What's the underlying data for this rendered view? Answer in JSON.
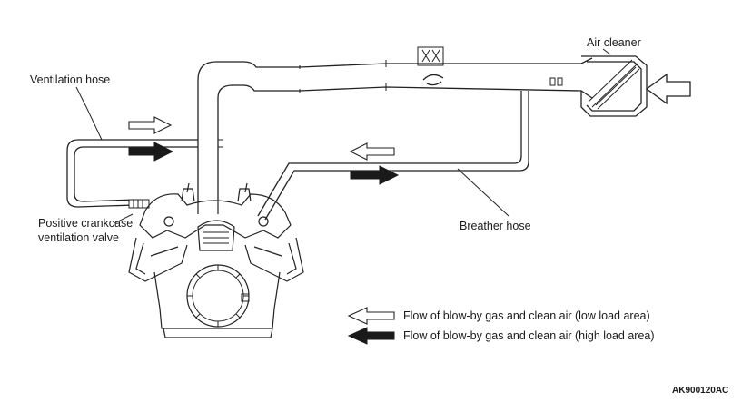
{
  "labels": {
    "air_cleaner": "Air cleaner",
    "ventilation_hose": "Ventilation hose",
    "breather_hose": "Breather hose",
    "pcv_valve_line1": "Positive crankcase",
    "pcv_valve_line2": "ventilation valve"
  },
  "legend": {
    "low_load": "Flow of blow-by gas and clean air (low load area)",
    "high_load": "Flow of blow-by gas and clean air (high load area)"
  },
  "figure_code": "AK900120AC",
  "colors": {
    "line": "#222222",
    "arrow_filled": "#1a1a1a",
    "arrow_open": "#ffffff"
  }
}
